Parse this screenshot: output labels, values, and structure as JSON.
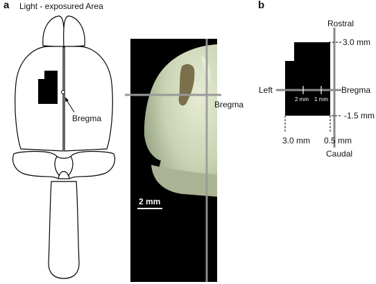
{
  "panel_a": {
    "letter": "a",
    "title": "Light - exposured Area",
    "bregma_label": "Bregma",
    "photo_bregma_label": "Bregma",
    "scale_bar_label": "2 mm"
  },
  "panel_b": {
    "letter": "b",
    "rostral_label": "Rostral",
    "caudal_label": "Caudal",
    "left_label": "Left",
    "bregma_label": "Bregma",
    "tick_2mm_label": "2 mm",
    "tick_1mm_label": "1 mm",
    "rostral_extent_label": "3.0 mm",
    "caudal_extent_label": "-1.5 mm",
    "lateral_far_label": "3.0 mm",
    "lateral_near_label": "0.5 mm"
  },
  "colors": {
    "ink": "#000000",
    "axis_gray": "#8a8a8a",
    "photo_background": "#000000",
    "tissue": "#c8d2b4"
  }
}
